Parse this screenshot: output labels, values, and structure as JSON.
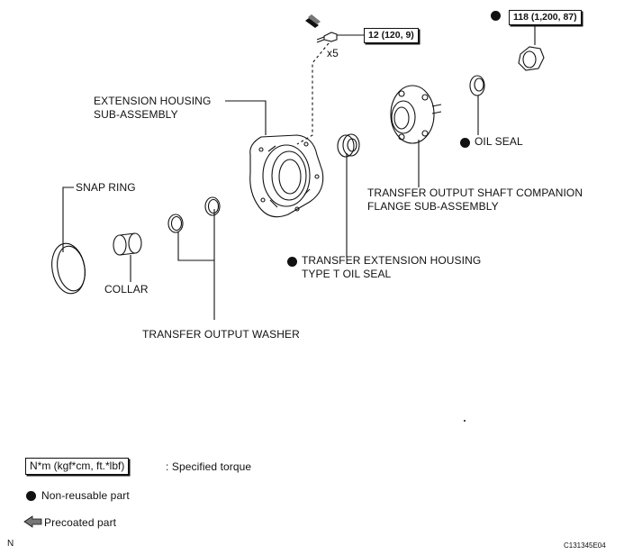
{
  "torque_specs": {
    "bolt": "12 (120, 9)",
    "nut": "118 (1,200, 87)"
  },
  "bolt_count": "x5",
  "labels": {
    "extension_housing_1": "EXTENSION HOUSING",
    "extension_housing_2": "SUB-ASSEMBLY",
    "snap_ring": "SNAP RING",
    "collar": "COLLAR",
    "output_washer": "TRANSFER OUTPUT WASHER",
    "ext_oil_seal_1": "TRANSFER EXTENSION HOUSING",
    "ext_oil_seal_2": "TYPE T OIL SEAL",
    "oil_seal": "OIL SEAL",
    "companion_flange_1": "TRANSFER OUTPUT SHAFT COMPANION",
    "companion_flange_2": "FLANGE SUB-ASSEMBLY"
  },
  "legend": {
    "torque_box": "N*m (kgf*cm, ft.*lbf)",
    "torque_text": ": Specified torque",
    "nonreusable": "Non-reusable part",
    "precoated": "Precoated part"
  },
  "footer": {
    "north": "N",
    "code": "C131345E04"
  },
  "icons": {
    "nonreusable": "filled-circle-icon",
    "precoated": "precoated-arrow-icon"
  },
  "colors": {
    "ink": "#111111",
    "background": "#ffffff"
  }
}
